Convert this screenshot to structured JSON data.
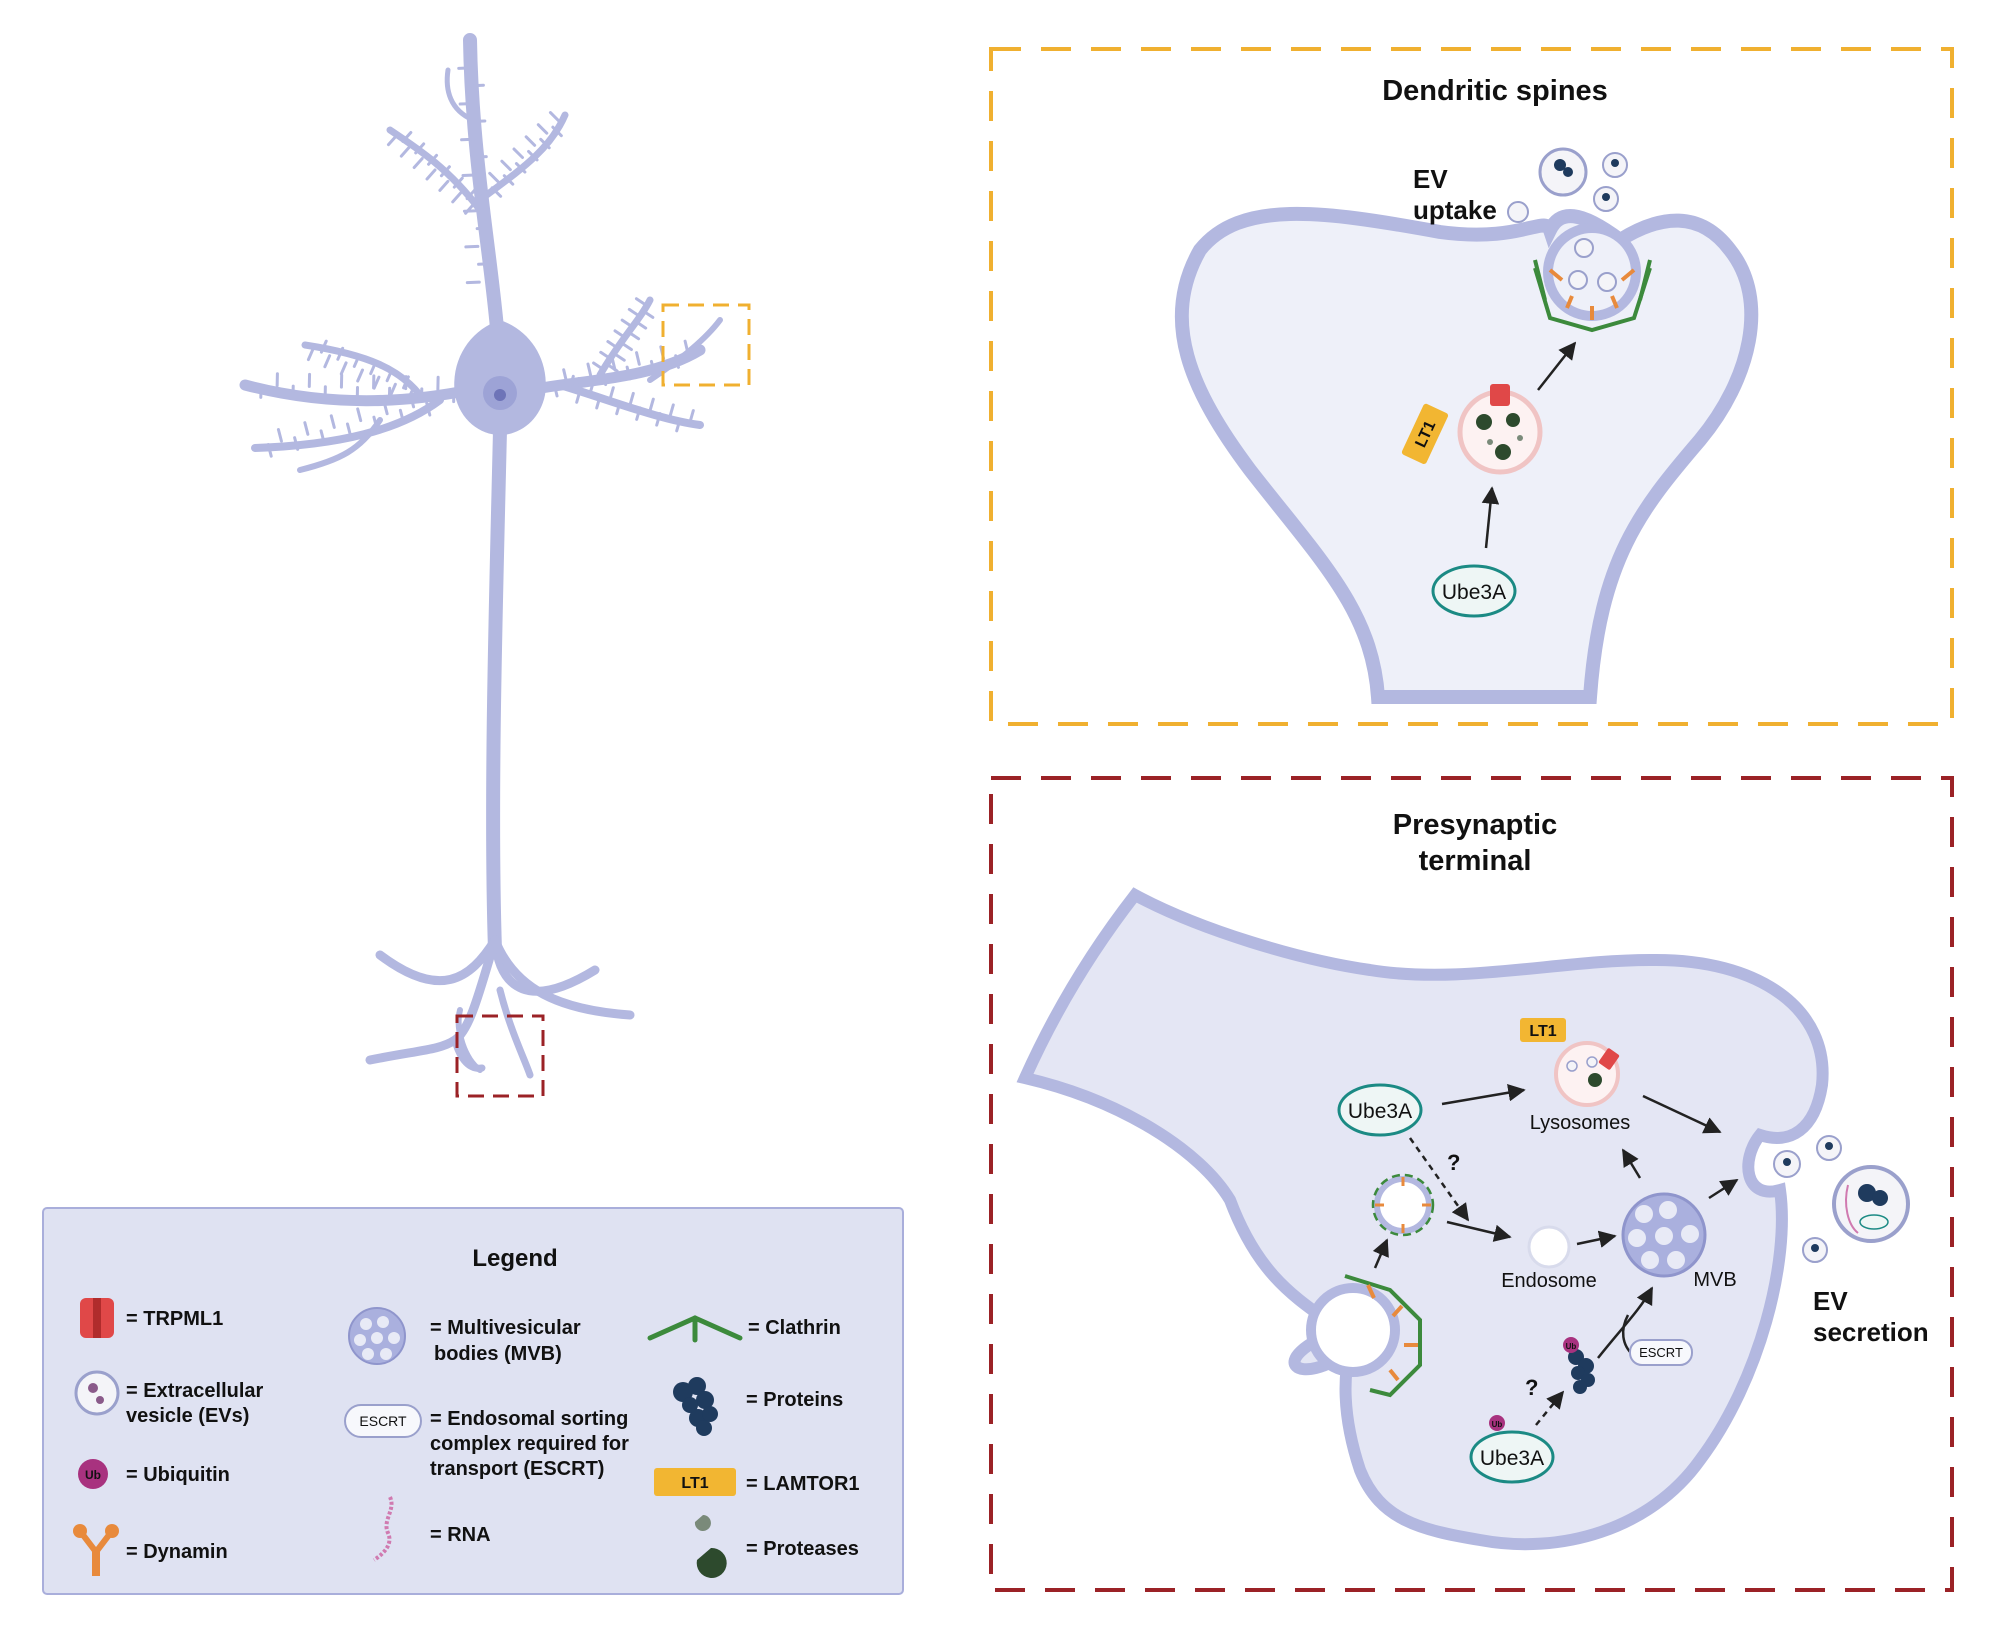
{
  "panels": {
    "spine": {
      "title": "Dendritic spines",
      "ev_label_1": "EV",
      "ev_label_2": "uptake",
      "lt1": "LT1",
      "ube3a": "Ube3A",
      "color": "#f0b030"
    },
    "presyn": {
      "title_1": "Presynaptic",
      "title_2": "terminal",
      "lt1": "LT1",
      "ube3a_top": "Ube3A",
      "ube3a_bottom": "Ube3A",
      "lysosomes": "Lysosomes",
      "endosome": "Endosome",
      "mvb": "MVB",
      "escrt": "ESCRT",
      "ub": "Ub",
      "question": "?",
      "ev_label_1": "EV",
      "ev_label_2": "secretion",
      "color": "#9b2226"
    }
  },
  "legend": {
    "title": "Legend",
    "items": {
      "trpml1": "= TRPML1",
      "ev_1": "= Extracellular",
      "ev_2": "vesicle (EVs)",
      "ubiquitin": "= Ubiquitin",
      "ub_icon": "Ub",
      "dynamin": "= Dynamin",
      "mvb_1": "= Multivesicular",
      "mvb_2": "bodies (MVB)",
      "escrt_icon": "ESCRT",
      "escrt_1": "= Endosomal sorting",
      "escrt_2": "complex required for",
      "escrt_3": "transport (ESCRT)",
      "rna": "= RNA",
      "clathrin": "= Clathrin",
      "proteins": "= Proteins",
      "lt1_icon": "LT1",
      "lamtor1": "= LAMTOR1",
      "proteases": "= Proteases"
    }
  },
  "colors": {
    "neuron": "#b8bde3",
    "cell_fill": "#e4e6f4",
    "legend_bg": "#dfe2f2",
    "ube3a_stroke": "#1b8a84",
    "lt1": "#f2b632",
    "clathrin": "#3c8a3c",
    "dynamin": "#e88a3c",
    "trpml1": "#e04848",
    "protein": "#1f3b5e"
  }
}
